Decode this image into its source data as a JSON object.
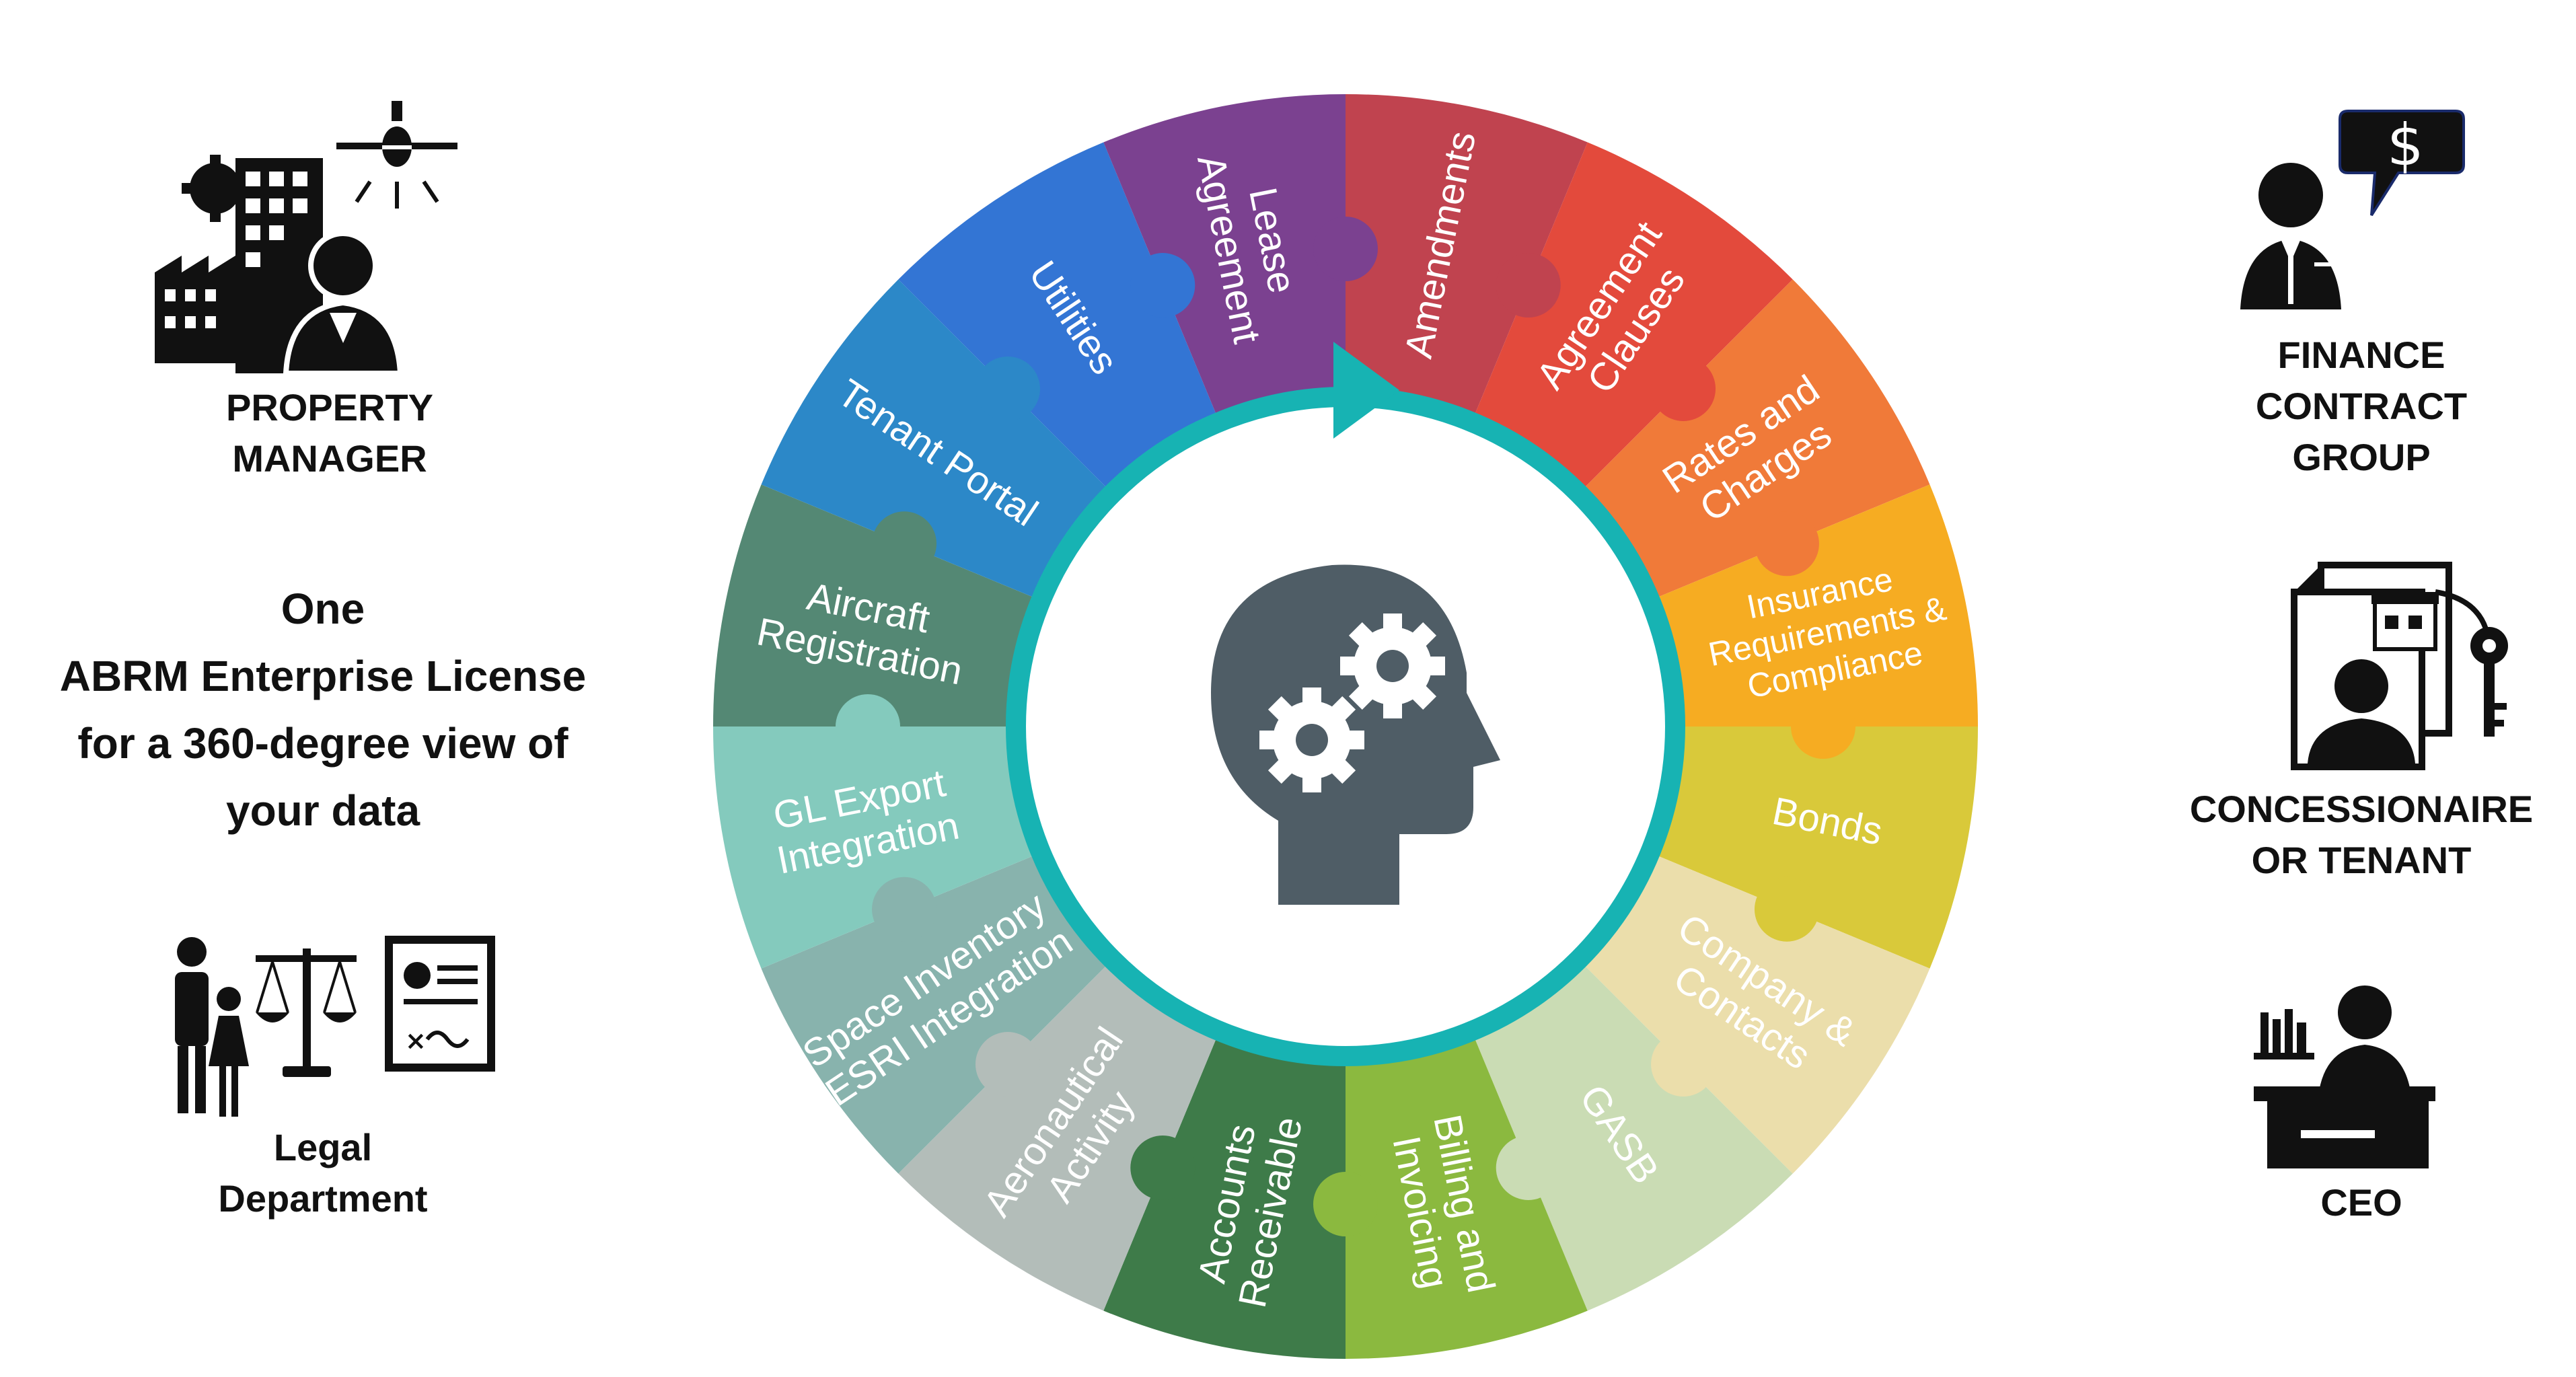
{
  "left_roles": {
    "property_manager": [
      "PROPERTY",
      "MANAGER"
    ],
    "legal_department": [
      "Legal",
      "Department"
    ]
  },
  "headline": [
    "One",
    "ABRM Enterprise License",
    "for a 360-degree view of",
    "your data"
  ],
  "right_roles": {
    "finance_contract_group": [
      "FINANCE CONTRACT",
      "GROUP"
    ],
    "concessionaire_or_tenant": [
      "CONCESSIONAIRE",
      "OR TENANT"
    ],
    "ceo": [
      "CEO"
    ]
  },
  "wheel": {
    "center_icon": "brain-gears-head-icon",
    "segments": [
      {
        "lines": [
          "Amendments"
        ],
        "color": "#c0434f"
      },
      {
        "lines": [
          "Agreement",
          "Clauses"
        ],
        "color": "#e34a3c"
      },
      {
        "lines": [
          "Rates and",
          "Charges"
        ],
        "color": "#f07a39"
      },
      {
        "lines": [
          "Insurance",
          "Requirements &",
          "Compliance"
        ],
        "color": "#f6ac22"
      },
      {
        "lines": [
          "Bonds"
        ],
        "color": "#d9c93a"
      },
      {
        "lines": [
          "Company &",
          "Contacts"
        ],
        "color": "#ebdeab"
      },
      {
        "lines": [
          "GASB"
        ],
        "color": "#cadcb4"
      },
      {
        "lines": [
          "Billing and",
          "Invoicing"
        ],
        "color": "#8bb93f"
      },
      {
        "lines": [
          "Accounts",
          "Receivable"
        ],
        "color": "#3e7b49"
      },
      {
        "lines": [
          "Aeronautical",
          "Activity"
        ],
        "color": "#b3bdb9"
      },
      {
        "lines": [
          "Space Inventory",
          "ESRI Integration"
        ],
        "color": "#88b3ad"
      },
      {
        "lines": [
          "GL Export",
          "Integration"
        ],
        "color": "#84cabd"
      },
      {
        "lines": [
          "Aircraft",
          "Registration"
        ],
        "color": "#548874"
      },
      {
        "lines": [
          "Tenant Portal"
        ],
        "color": "#2c88c8"
      },
      {
        "lines": [
          "Utilities"
        ],
        "color": "#3375d4"
      },
      {
        "lines": [
          "Lease",
          "Agreement"
        ],
        "color": "#7b4190"
      }
    ],
    "inner_ring_color": "#17b3b3"
  }
}
